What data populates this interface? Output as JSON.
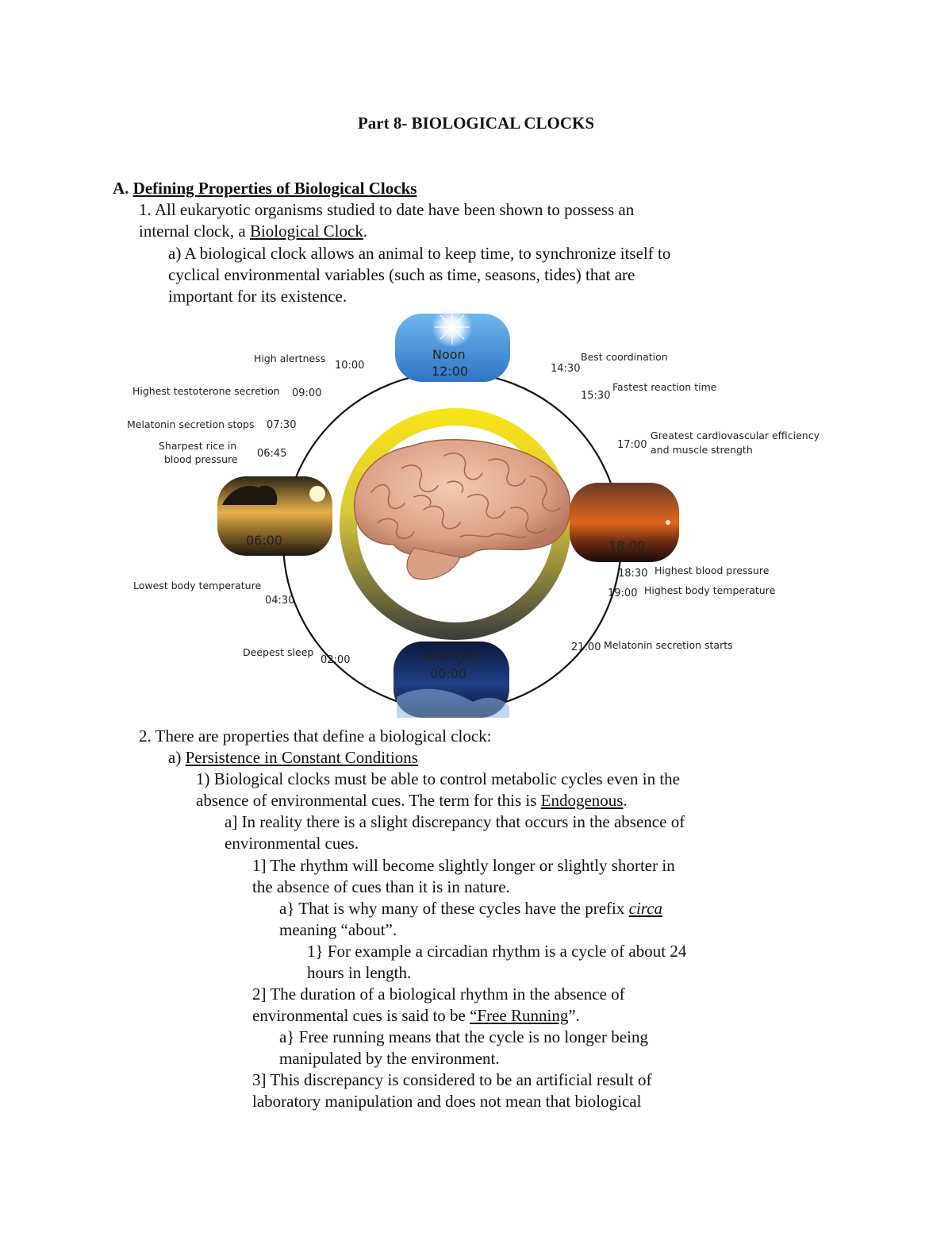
{
  "title": "Part 8- BIOLOGICAL CLOCKS",
  "sectionA": {
    "letter": "A.",
    "heading": "Defining Properties of Biological Clocks"
  },
  "p1": {
    "line1": "1. All eukaryotic organisms studied to date have been shown to possess an",
    "line2_pre": "internal clock, a ",
    "line2_term": "Biological Clock",
    "line2_post": "."
  },
  "p1a": {
    "line1": "a) A biological clock allows an animal to keep time, to synchronize itself to",
    "line2": "cyclical environmental variables (such as time, seasons, tides) that are",
    "line3": "important for its existence."
  },
  "diagram": {
    "panels": {
      "noon": {
        "label": "Noon",
        "time": "12:00"
      },
      "dusk": {
        "time": "18:00"
      },
      "midnight": {
        "label": "Midnight",
        "time": "00:00"
      },
      "dawn": {
        "time": "06:00"
      }
    },
    "events": [
      {
        "time": "10:00",
        "label": "High alertness"
      },
      {
        "time": "09:00",
        "label": "Highest testoterone secretion"
      },
      {
        "time": "07:30",
        "label": "Melatonin secretion stops"
      },
      {
        "time": "06:45",
        "label": "Sharpest rice in",
        "label2": "blood pressure"
      },
      {
        "time": "04:30",
        "label": "Lowest body temperature"
      },
      {
        "time": "02:00",
        "label": "Deepest sleep"
      },
      {
        "time": "14:30",
        "label": "Best coordination"
      },
      {
        "time": "15:30",
        "label": "Fastest reaction time"
      },
      {
        "time": "17:00",
        "label": "Greatest cardiovascular efficiency",
        "label2": "and muscle strength"
      },
      {
        "time": "18:30",
        "label": "Highest blood pressure"
      },
      {
        "time": "19:00",
        "label": "Highest body temperature"
      },
      {
        "time": "21:00",
        "label": "Melatonin secretion starts"
      }
    ],
    "colors": {
      "ring_top": "#f7e51a",
      "ring_bottom": "#3a3a3a",
      "sky_day": "#3f8fd6",
      "sky_night": "#10224a",
      "sunset": "#d8611b"
    }
  },
  "p2": {
    "line1": "2. There are properties that define a biological clock:"
  },
  "p2a": {
    "prefix": "a) ",
    "term": "Persistence in Constant Conditions"
  },
  "p2a1": {
    "line1": "1) Biological clocks must be able to control metabolic cycles even in the",
    "line2_pre": "absence of environmental cues. The term for this is ",
    "line2_term": "Endogenous",
    "line2_post": "."
  },
  "p2a1a": {
    "line1": "a] In reality there is a slight discrepancy that occurs in the absence of",
    "line2": "environmental cues."
  },
  "p2a1a1": {
    "line1": "1] The rhythm will become slightly longer or slightly shorter in",
    "line2": "the absence of cues than it is in nature."
  },
  "p2a1a1a": {
    "line1_pre": "a} That is why many of these cycles have the prefix ",
    "line1_term": "circa ",
    "line2": "meaning “about”."
  },
  "p2a1a1a1": {
    "line1": "1} For example a circadian rhythm is a cycle of about 24",
    "line2": "hours in length."
  },
  "p2a1a2": {
    "line1": "2] The duration of a biological rhythm in the absence of",
    "line2_pre": "environmental cues is said to be ",
    "line2_term": "“Free Running",
    "line2_post": "”."
  },
  "p2a1a2a": {
    "line1": "a} Free running means that the cycle is no longer being",
    "line2": "manipulated by the environment."
  },
  "p2a1a3": {
    "line1": "3] This discrepancy is considered to be an artificial result of",
    "line2": "laboratory manipulation and does not mean that biological"
  }
}
